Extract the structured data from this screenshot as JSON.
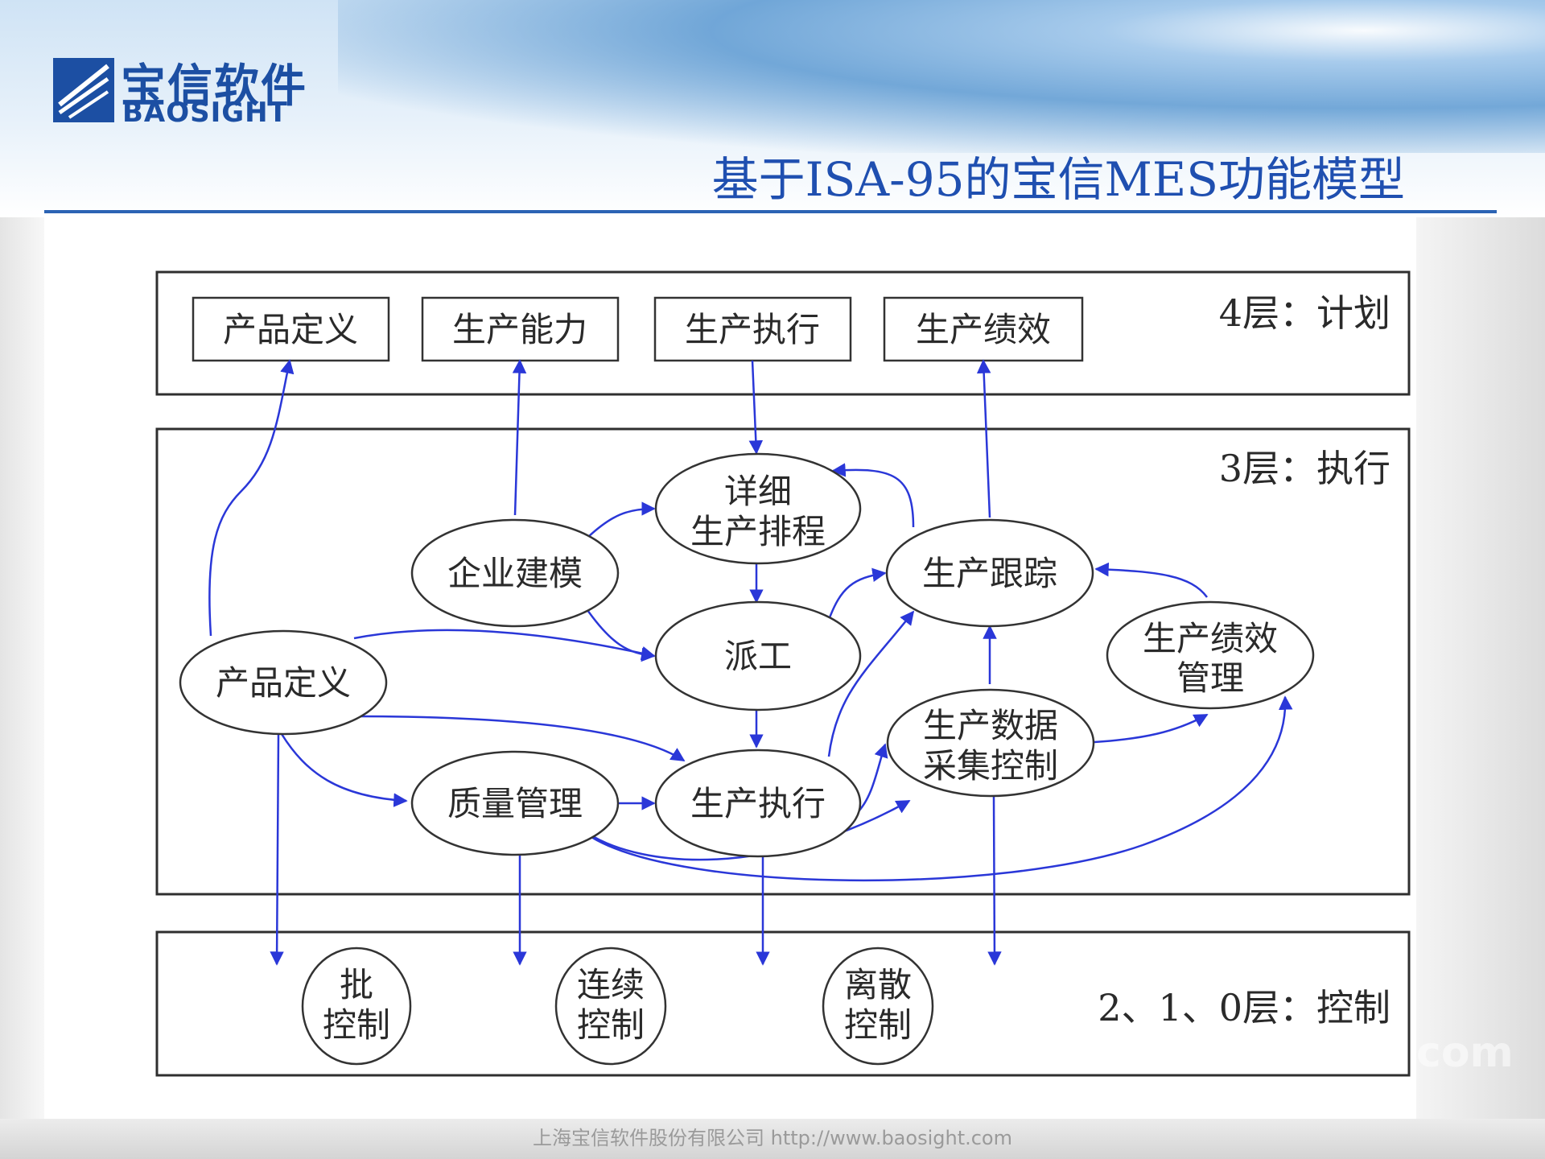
{
  "brand": {
    "name_cn": "宝信软件",
    "name_en": "BAOSIGHT"
  },
  "title": "基于ISA-95的宝信MES功能模型",
  "footer": "上海宝信软件股份有限公司 http://www.baosight.com",
  "watermark": "com",
  "colors": {
    "title": "#1f4fb0",
    "brand": "#1c4fa3",
    "arrow": "#2a37d8",
    "rule": "#2b63b4"
  },
  "diagram": {
    "layers": {
      "l4": "4层：计划",
      "l3": "3层：执行",
      "l210": "2、1、0层：控制"
    },
    "plan_boxes": [
      "产品定义",
      "生产能力",
      "生产执行",
      "生产绩效"
    ],
    "nodes": {
      "enterprise_modeling": "企业建模",
      "detailed_scheduling": [
        "详细",
        "生产排程"
      ],
      "production_tracking": "生产跟踪",
      "product_definition": "产品定义",
      "dispatching": "派工",
      "performance_mgmt": [
        "生产绩效",
        "管理"
      ],
      "data_collection": [
        "生产数据",
        "采集控制"
      ],
      "quality_mgmt": "质量管理",
      "production_execution": "生产执行"
    },
    "control_nodes": [
      [
        "批",
        "控制"
      ],
      [
        "连续",
        "控制"
      ],
      [
        "离散",
        "控制"
      ]
    ]
  }
}
